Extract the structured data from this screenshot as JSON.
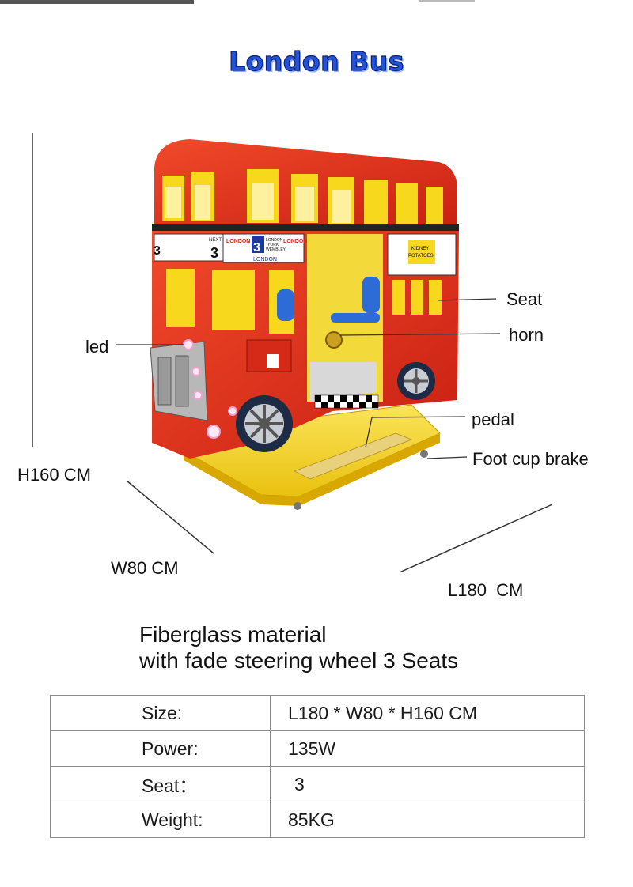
{
  "title": "London Bus",
  "callouts": {
    "seat": "Seat",
    "horn": "horn",
    "led": "led",
    "pedal": "pedal",
    "brake": "Foot cup brake"
  },
  "dimensions": {
    "height": "H160 CM",
    "width": "W80 CM",
    "length": "L180  CM"
  },
  "bus_signs": {
    "route_number": "3",
    "left_brand": "LONDON",
    "right_brand": "LONDON",
    "destination_1": "LONDON",
    "destination_2": "YORK",
    "destination_3": "WEMBLEY",
    "bottom_brand": "LONDON",
    "ad_text_1": "KIDNEY",
    "ad_text_2": "POTATOES",
    "side_text": "NEXT"
  },
  "description": {
    "line1": "Fiberglass material",
    "line2": "with fade steering wheel 3 Seats"
  },
  "specs": [
    {
      "key": "Size:",
      "value": "L180 * W80 * H160 CM"
    },
    {
      "key": "Power:",
      "value": "135W"
    },
    {
      "key": "Seat：",
      "value": "3"
    },
    {
      "key": "Weight:",
      "value": "85KG"
    }
  ],
  "colors": {
    "title": "#2454d6",
    "bus_red": "#e8331c",
    "bus_yellow": "#f4d21e",
    "base_yellow": "#f5c400"
  }
}
